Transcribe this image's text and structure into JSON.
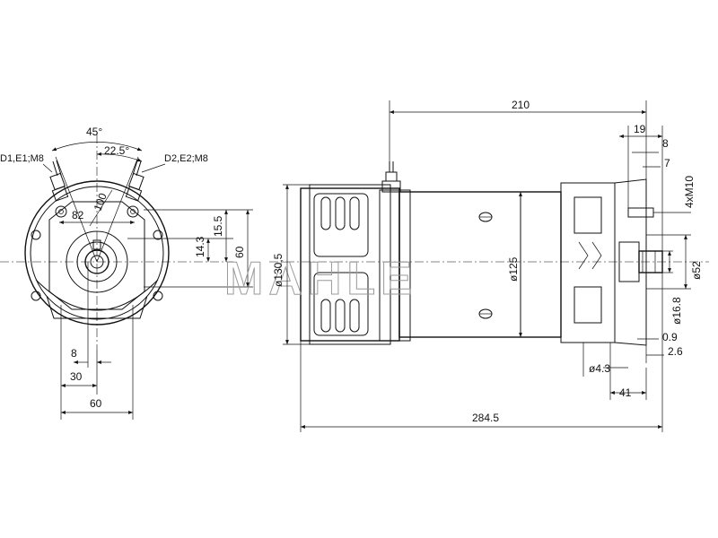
{
  "watermark": "MAHLE",
  "front_view": {
    "terminal_left_label": "D1,E1;M8",
    "terminal_right_label": "D2,E2;M8",
    "dims": {
      "angle_45": "45°",
      "angle_22_5": "22.5°",
      "d82": "82",
      "d100": "100",
      "d15_5": "15.5",
      "d14_3": "14.3",
      "d60_vert": "60",
      "d8": "8",
      "d30": "30",
      "d60_horiz": "60"
    }
  },
  "side_view": {
    "dims": {
      "d210": "210",
      "d19": "19",
      "d8": "8",
      "d7": "7",
      "thread": "4xM10",
      "dia130_5": "ø130,5",
      "dia125": "ø125",
      "dia52": "ø52",
      "dia16_8": "ø16.8",
      "d0_9": "0.9",
      "d2_6": "2.6",
      "dia4_3": "ø4.3",
      "d41": "41",
      "d284_5": "284.5"
    }
  }
}
